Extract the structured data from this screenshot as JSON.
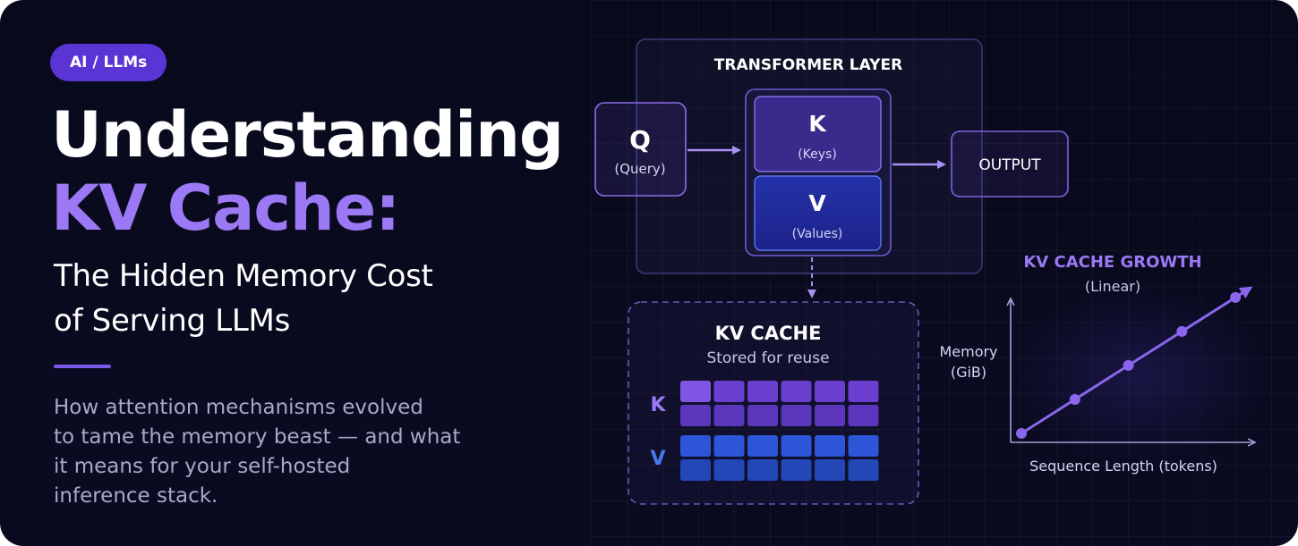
{
  "badge": "AI / LLMs",
  "headline": {
    "line1": "Understanding",
    "line2": "KV Cache:",
    "sub_line1": "The Hidden Memory Cost",
    "sub_line2": "of Serving LLMs"
  },
  "description": [
    "How attention mechanisms evolved",
    "to tame the memory beast — and what",
    "it means for your self-hosted",
    "inference stack."
  ],
  "diagram": {
    "layer_title": "TRANSFORMER LAYER",
    "query_letter": "Q",
    "query_label": "(Query)",
    "keys_letter": "K",
    "keys_label": "(Keys)",
    "values_letter": "V",
    "values_label": "(Values)",
    "output_label": "OUTPUT",
    "cache_title": "KV CACHE",
    "cache_subtitle": "Stored for reuse",
    "cache_k_label": "K",
    "cache_v_label": "V"
  },
  "chart_data": {
    "type": "line",
    "title": "KV CACHE GROWTH",
    "subtitle": "(Linear)",
    "xlabel": "Sequence Length (tokens)",
    "ylabel_line1": "Memory",
    "ylabel_line2": "(GiB)",
    "series": [
      {
        "x": [
          0,
          1,
          2,
          3,
          4
        ],
        "y": [
          0,
          1,
          2,
          3,
          4
        ]
      }
    ],
    "xlim": [
      0,
      4.6
    ],
    "ylim": [
      0,
      4.6
    ],
    "grid": false
  },
  "colors": {
    "accent_purple": "#9b78f4",
    "badge": "#5a34d4",
    "k_cells": "#6a3fd0",
    "v_cells": "#2c55d8",
    "background": "#0a0b21"
  }
}
